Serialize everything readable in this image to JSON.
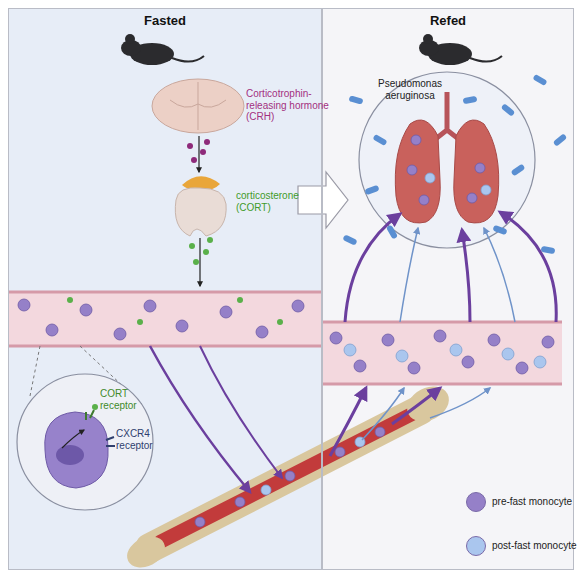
{
  "diagram": {
    "nodes": [
      {
        "text": [
          "Fasted"
        ]
      },
      {
        "text": [
          "Refed"
        ]
      }
    ],
    "labels": [
      "Corticotrophin-releasing hormone (CRH)",
      "corticosterone (CORT)",
      "CORT receptor",
      "CXCR4 receptor",
      "Pseudomonas aeruginosa"
    ],
    "legend": [
      {
        "text": "pre-fast monocyte",
        "color": "#9580c8"
      },
      {
        "text": "post-fast monocyte",
        "color": "#aac6ee"
      }
    ]
  }
}
